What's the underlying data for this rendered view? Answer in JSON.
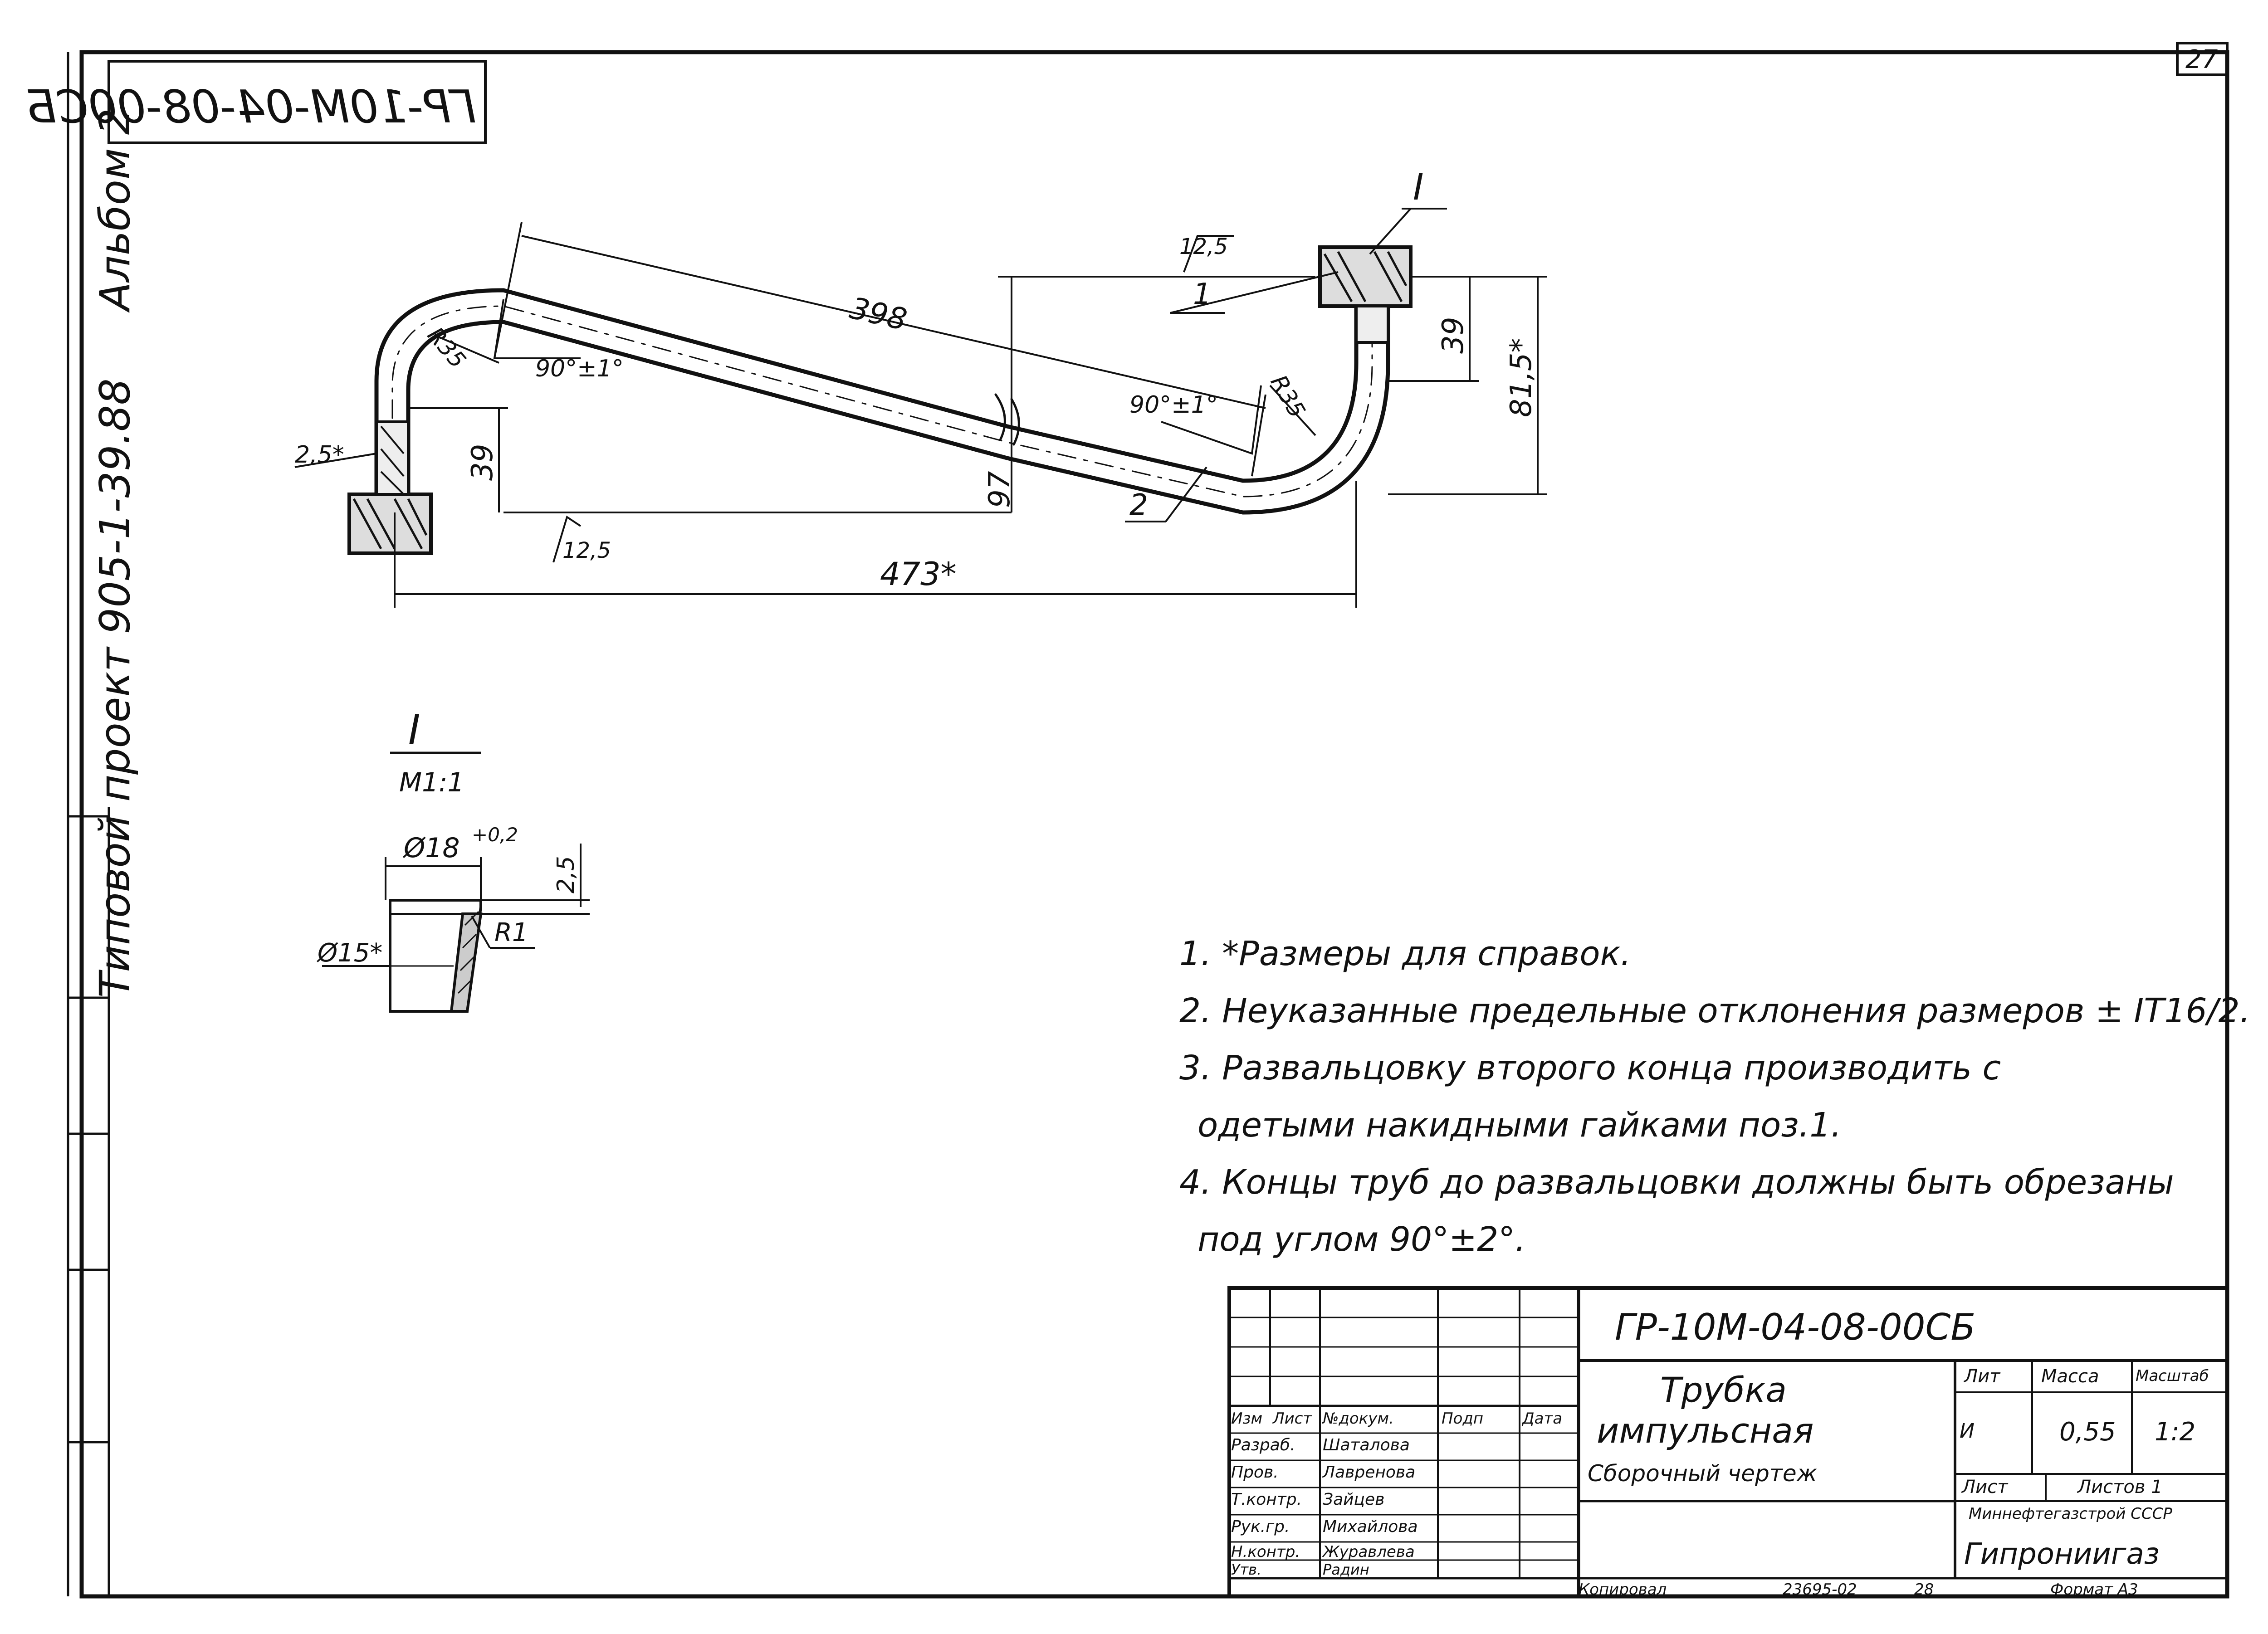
{
  "sheet": {
    "page_number": "27",
    "stamp_code_mirrored": "ГР-10М-04-08-00СБ",
    "side_album": "Альбом 2",
    "side_project": "Типовой проект 905-1-39.88"
  },
  "drawing": {
    "dims": {
      "d398": "398",
      "d473": "473*",
      "d97": "97",
      "d39_left": "39",
      "d39_right": "39",
      "d81_5": "81,5*",
      "r35_left": "R35",
      "r35_right": "R35",
      "angle_left": "90°±1°",
      "angle_right": "90°±1°",
      "d2_5": "2,5*",
      "rough_top": "12,5",
      "rough_bottom": "12,5",
      "pos1": "1",
      "pos2": "2",
      "view_marker": "I"
    },
    "detail": {
      "title": "I",
      "scale": "М1:1",
      "d18": "Ø18",
      "d18_tol": "+0,2",
      "d15": "Ø15*",
      "d2_5": "2,5",
      "r1": "R1"
    }
  },
  "notes": [
    "1. *Размеры для справок.",
    "2. Неуказанные предельные отклонения размеров ± IT16/2.",
    "3. Развальцовку второго конца производить с",
    "одетыми накидными гайками поз.1.",
    "4. Концы труб до развальцовки должны быть обрезаны",
    "под углом 90°±2°."
  ],
  "title_block": {
    "doc_code": "ГР-10М-04-08-00СБ",
    "title_line1": "Трубка",
    "title_line2": "импульсная",
    "subtitle": "Сборочный чертеж",
    "headers": {
      "izm": "Изм",
      "list": "Лист",
      "ndoc": "№докум.",
      "podp": "Подп",
      "data": "Дата",
      "lit": "Лит",
      "massa": "Масса",
      "masshtab": "Масштаб"
    },
    "roles": [
      {
        "role": "Разраб.",
        "name": "Шаталова"
      },
      {
        "role": "Пров.",
        "name": "Лавренова"
      },
      {
        "role": "Т.контр.",
        "name": "Зайцев"
      },
      {
        "role": "Рук.гр.",
        "name": "Михайлова"
      },
      {
        "role": "Н.контр.",
        "name": "Журавлева"
      },
      {
        "role": "Утв.",
        "name": "Радин"
      }
    ],
    "lit_value": "И",
    "massa_value": "0,55",
    "masshtab_value": "1:2",
    "sheet_label": "Лист",
    "sheets_label": "Листов 1",
    "ministry": "Миннефтегазстрой СССР",
    "org": "Гипрониигаз",
    "footer_copy": "Копировал",
    "footer_num": "23695-02",
    "footer_sheet": "28",
    "footer_format": "Формат А3"
  }
}
